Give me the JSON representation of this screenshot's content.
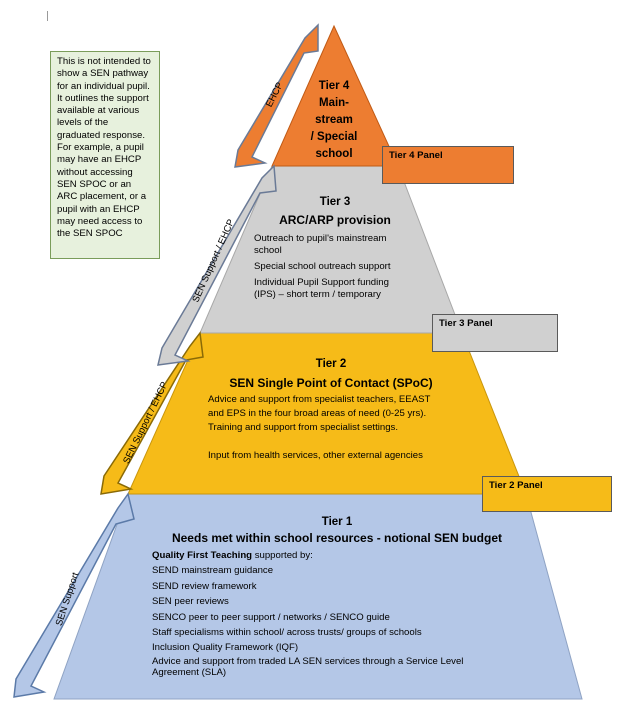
{
  "note": "This is not intended to show a SEN pathway for an individual pupil. It outlines the support available at various levels of the graduated response. For example, a pupil may have an EHCP without accessing SEN SPOC or an ARC placement, or a pupil with an EHCP may need access to the SEN SPOC",
  "tier4": {
    "title": "Tier 4",
    "line1": "Main-",
    "line2": "stream",
    "line3": "/ Special",
    "line4": "school",
    "panel": "Tier 4 Panel"
  },
  "tier3": {
    "title": "Tier 3",
    "subtitle": "ARC/ARP provision",
    "items": [
      "Outreach to pupil's mainstream",
      "school",
      "Special school outreach support",
      "Individual Pupil Support funding",
      "(IPS) – short term / temporary"
    ],
    "panel": "Tier 3 Panel"
  },
  "tier2": {
    "title": "Tier 2",
    "subtitle": "SEN Single Point of Contact (SPoC)",
    "items": [
      "Advice and support from specialist teachers, EEAST",
      "and EPS in the four broad areas of need (0-25 yrs).",
      "Training and support from specialist settings.",
      "Input from health services, other external agencies"
    ],
    "panel": "Tier 2 Panel"
  },
  "tier1": {
    "title": "Tier 1",
    "subtitle": "Needs met within school resources - notional SEN budget",
    "qft_bold": "Quality First Teaching",
    "qft_rest": " supported by:",
    "items": [
      "SEND mainstream guidance",
      "SEND review framework",
      "SEN peer reviews",
      "SENCO peer to peer support / networks / SENCO guide",
      "Staff specialisms within school/ across trusts/ groups of schools",
      "Inclusion Quality Framework (IQF)",
      "Advice and support from traded LA SEN services through a Service Level",
      "Agreement (SLA)"
    ]
  },
  "arrows": {
    "a1": "SEN Support",
    "a2": "SEN Support / EHCP",
    "a3": "SEN Support / EHCP",
    "a4": "EHCP"
  },
  "colors": {
    "tier4": "#ed7d31",
    "tier3": "#d0d0d0",
    "tier2": "#f6bb18",
    "tier1": "#b4c7e7",
    "note_bg": "#e7f1dd"
  }
}
